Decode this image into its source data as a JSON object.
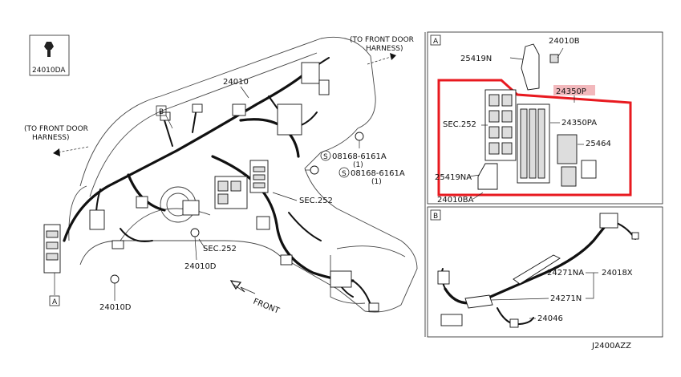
{
  "labels": {
    "box_ref": "24010DA",
    "front_door_top_1": "(TO FRONT DOOR",
    "front_door_top_2": "HARNESS)",
    "front_door_left_1": "(TO FRONT DOOR",
    "front_door_left_2": "HARNESS)",
    "main_harness": "24010",
    "ref_b": "B",
    "bolt1": "08168-6161A",
    "bolt1_qty": "(1)",
    "bolt2": "08168-6161A",
    "bolt2_qty": "(1)",
    "sec252_right": "SEC.252",
    "sec252_bottom": "SEC.252",
    "clip_24010d_center": "24010D",
    "clip_24010d_left": "24010D",
    "ref_a_bottom": "A",
    "front": "FRONT"
  },
  "panel_a": {
    "tag": "A",
    "bracket": "24010B",
    "bracket2": "25419N",
    "fuse_block": "24350P",
    "sec": "SEC.252",
    "fuse_block_pa": "24350PA",
    "fuse": "25464",
    "bracket3": "25419NA",
    "bracket4": "24010BA"
  },
  "panel_b": {
    "tag": "B",
    "sub1": "24271NA",
    "sub2": "24018X",
    "sub3": "24271N",
    "sub4": "24046"
  },
  "diagram_code": "J2400AZZ",
  "colors": {
    "highlight": "#e8191f",
    "part_highlight_bg": "#f2b8bc",
    "line": "#111111"
  }
}
